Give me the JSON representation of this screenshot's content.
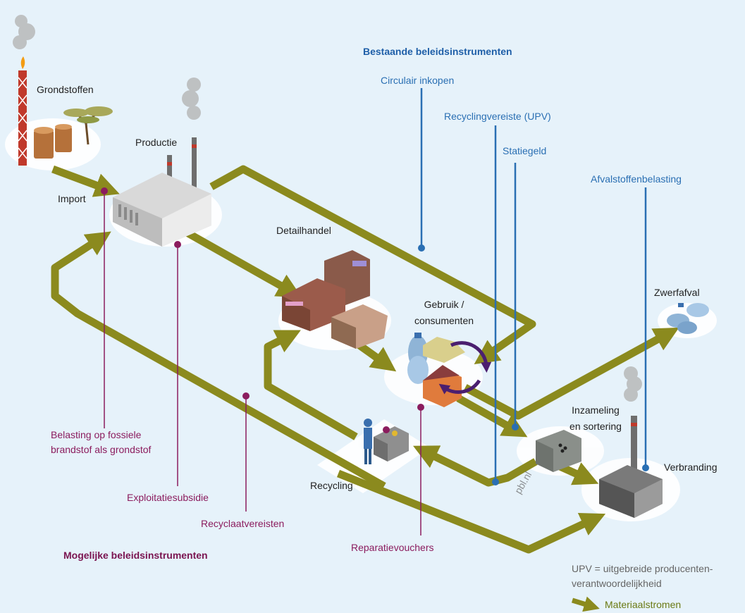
{
  "stages": {
    "grondstoffen": "Grondstoffen",
    "productie": "Productie",
    "import": "Import",
    "detailhandel": "Detailhandel",
    "gebruik_line1": "Gebruik /",
    "gebruik_line2": "consumenten",
    "zwerfafval": "Zwerfafval",
    "inzameling_line1": "Inzameling",
    "inzameling_line2": "en sortering",
    "verbranding": "Verbranding",
    "recycling": "Recycling"
  },
  "existing_instruments": {
    "heading": "Bestaande beleidsinstrumenten",
    "circulair_inkopen": "Circulair inkopen",
    "recyclingvereiste": "Recyclingvereiste (UPV)",
    "statiegeld": "Statiegeld",
    "afvalstoffenbelasting": "Afvalstoffenbelasting"
  },
  "possible_instruments": {
    "heading": "Mogelijke beleidsinstrumenten",
    "belasting_line1": "Belasting op fossiele",
    "belasting_line2": "brandstof als grondstof",
    "exploitatiesubsidie": "Exploitatiesubsidie",
    "recyclaatvereisten": "Recyclaatvereisten",
    "reparatievouchers": "Reparatievouchers"
  },
  "footnote": {
    "line1": "UPV = uitgebreide producenten-",
    "line2": "verantwoordelijkheid"
  },
  "legend": {
    "materiaalstromen": "Materiaalstromen"
  },
  "watermark": "pbl.nl",
  "colors": {
    "background": "#e6f2fa",
    "flow": "#8b8a1e",
    "existing": "#2a6fb3",
    "possible": "#8b1c5e",
    "cycle": "#4b1f6f"
  }
}
